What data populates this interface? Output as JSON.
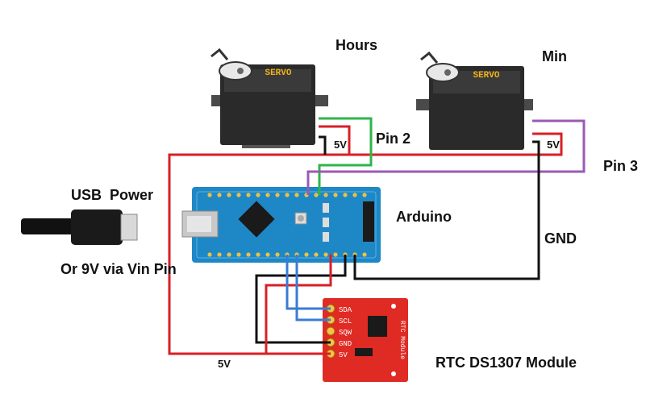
{
  "labels": {
    "hours": "Hours",
    "min": "Min",
    "pin2": "Pin 2",
    "pin3": "Pin 3",
    "arduino": "Arduino",
    "gnd": "GND",
    "usb_power": "USB  Power",
    "or_9v": "Or 9V via Vin Pin",
    "rtc_module": "RTC DS1307 Module",
    "v5_hours": "5V",
    "v5_min": "5V",
    "v5_bottom": "5V"
  },
  "servo_text": "SERVO",
  "rtc_pins": [
    "SDA",
    "SCL",
    "SQW",
    "GND",
    "5V"
  ],
  "rtc_board_text": "RTC Module",
  "colors": {
    "wire_red": "#d81f26",
    "wire_black": "#111111",
    "wire_green": "#2fb54a",
    "wire_purple": "#9b59b6",
    "wire_blue": "#3a7bd5",
    "arduino_board": "#1e88c7",
    "servo_body": "#2a2a2a",
    "rtc_board": "#e02a24",
    "servo_label": "#f2b21b"
  }
}
